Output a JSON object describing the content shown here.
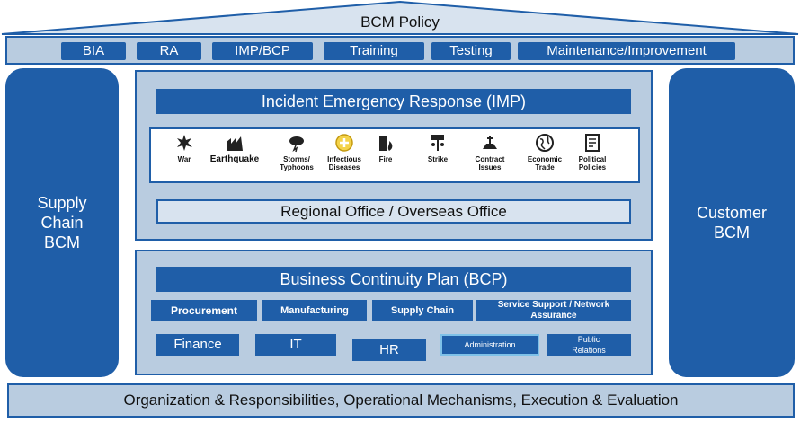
{
  "policy": {
    "title": "BCM Policy"
  },
  "top_items": [
    "BIA",
    "RA",
    "IMP/BCP",
    "Training",
    "Testing",
    "Maintenance/Improvement"
  ],
  "left_pillar": {
    "label": "Supply\nChain\nBCM"
  },
  "right_pillar": {
    "label": "Customer\nBCM"
  },
  "imp": {
    "title": "Incident Emergency Response (IMP)",
    "risks": [
      "War",
      "Earthquake",
      "Storms/\nTyphoons",
      "Infectious\nDiseases",
      "Fire",
      "Strike",
      "Contract\nIssues",
      "Economic\nTrade",
      "Political\nPolicies"
    ],
    "regional": "Regional Office / Overseas Office"
  },
  "bcp": {
    "title": "Business Continuity Plan (BCP)",
    "row1": [
      "Procurement",
      "Manufacturing",
      "Supply Chain",
      "Service Support / Network\nAssurance"
    ],
    "row2": [
      "Finance",
      "IT",
      "HR",
      "Administration",
      "Public\nRelations"
    ]
  },
  "foundation": {
    "label": "Organization & Responsibilities, Operational Mechanisms, Execution & Evaluation"
  },
  "colors": {
    "primary": "#1f5ea8",
    "panel": "#b9cce0",
    "light": "#d8e3ef"
  },
  "icons": [
    "war-icon",
    "earthquake-icon",
    "storm-icon",
    "disease-icon",
    "fire-icon",
    "strike-icon",
    "contract-icon",
    "globe-icon",
    "policy-icon"
  ]
}
